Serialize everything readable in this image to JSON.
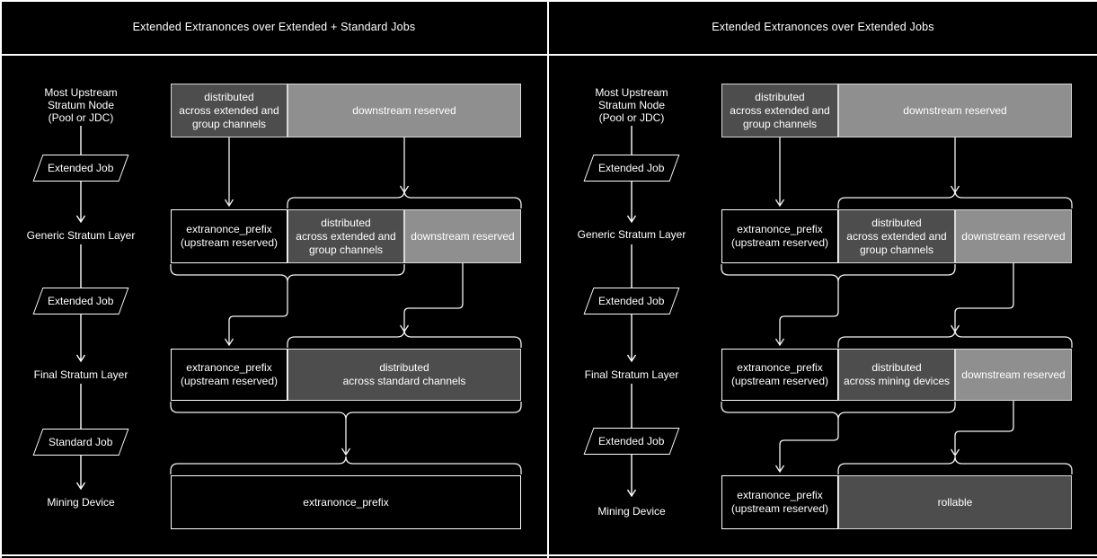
{
  "colors": {
    "background": "#000000",
    "dark-gray": "#4d4d4d",
    "light-gray": "#8f8f8f",
    "black-fill": "#000000",
    "line": "#ffffff",
    "text": "#ffffff"
  },
  "left": {
    "title": "Extended Extranonces over Extended + Standard Jobs",
    "column": {
      "node_top": "Most Upstream\nStratum Node\n(Pool or JDC)",
      "job_1": "Extended Job",
      "layer_generic": "Generic Stratum Layer",
      "job_2": "Extended Job",
      "layer_final": "Final Stratum Layer",
      "job_3": "Standard Job",
      "device": "Mining Device"
    },
    "rows": {
      "r1s1": "distributed\nacross extended and\ngroup channels",
      "r1s2": "downstream reserved",
      "r2s1": "extranonce_prefix\n(upstream reserved)",
      "r2s2": "distributed\nacross extended and\ngroup channels",
      "r2s3": "downstream reserved",
      "r3s1": "extranonce_prefix\n(upstream reserved)",
      "r3s2": "distributed\nacross standard channels",
      "r4s1": "extranonce_prefix"
    }
  },
  "right": {
    "title": "Extended Extranonces over Extended Jobs",
    "column": {
      "node_top": "Most Upstream\nStratum Node\n(Pool or JDC)",
      "job_1": "Extended Job",
      "layer_generic": "Generic Stratum Layer",
      "job_2": "Extended Job",
      "layer_final": "Final Stratum Layer",
      "job_3": "Extended Job",
      "device": "Mining Device"
    },
    "rows": {
      "r1s1": "distributed\nacross extended and\ngroup channels",
      "r1s2": "downstream reserved",
      "r2s1": "extranonce_prefix\n(upstream reserved)",
      "r2s2": "distributed\nacross extended and\ngroup channels",
      "r2s3": "downstream reserved",
      "r3s1": "extranonce_prefix\n(upstream reserved)",
      "r3s2": "distributed\nacross mining devices",
      "r3s3": "downstream reserved",
      "r4s1": "extranonce_prefix\n(upstream reserved)",
      "r4s2": "rollable"
    }
  }
}
